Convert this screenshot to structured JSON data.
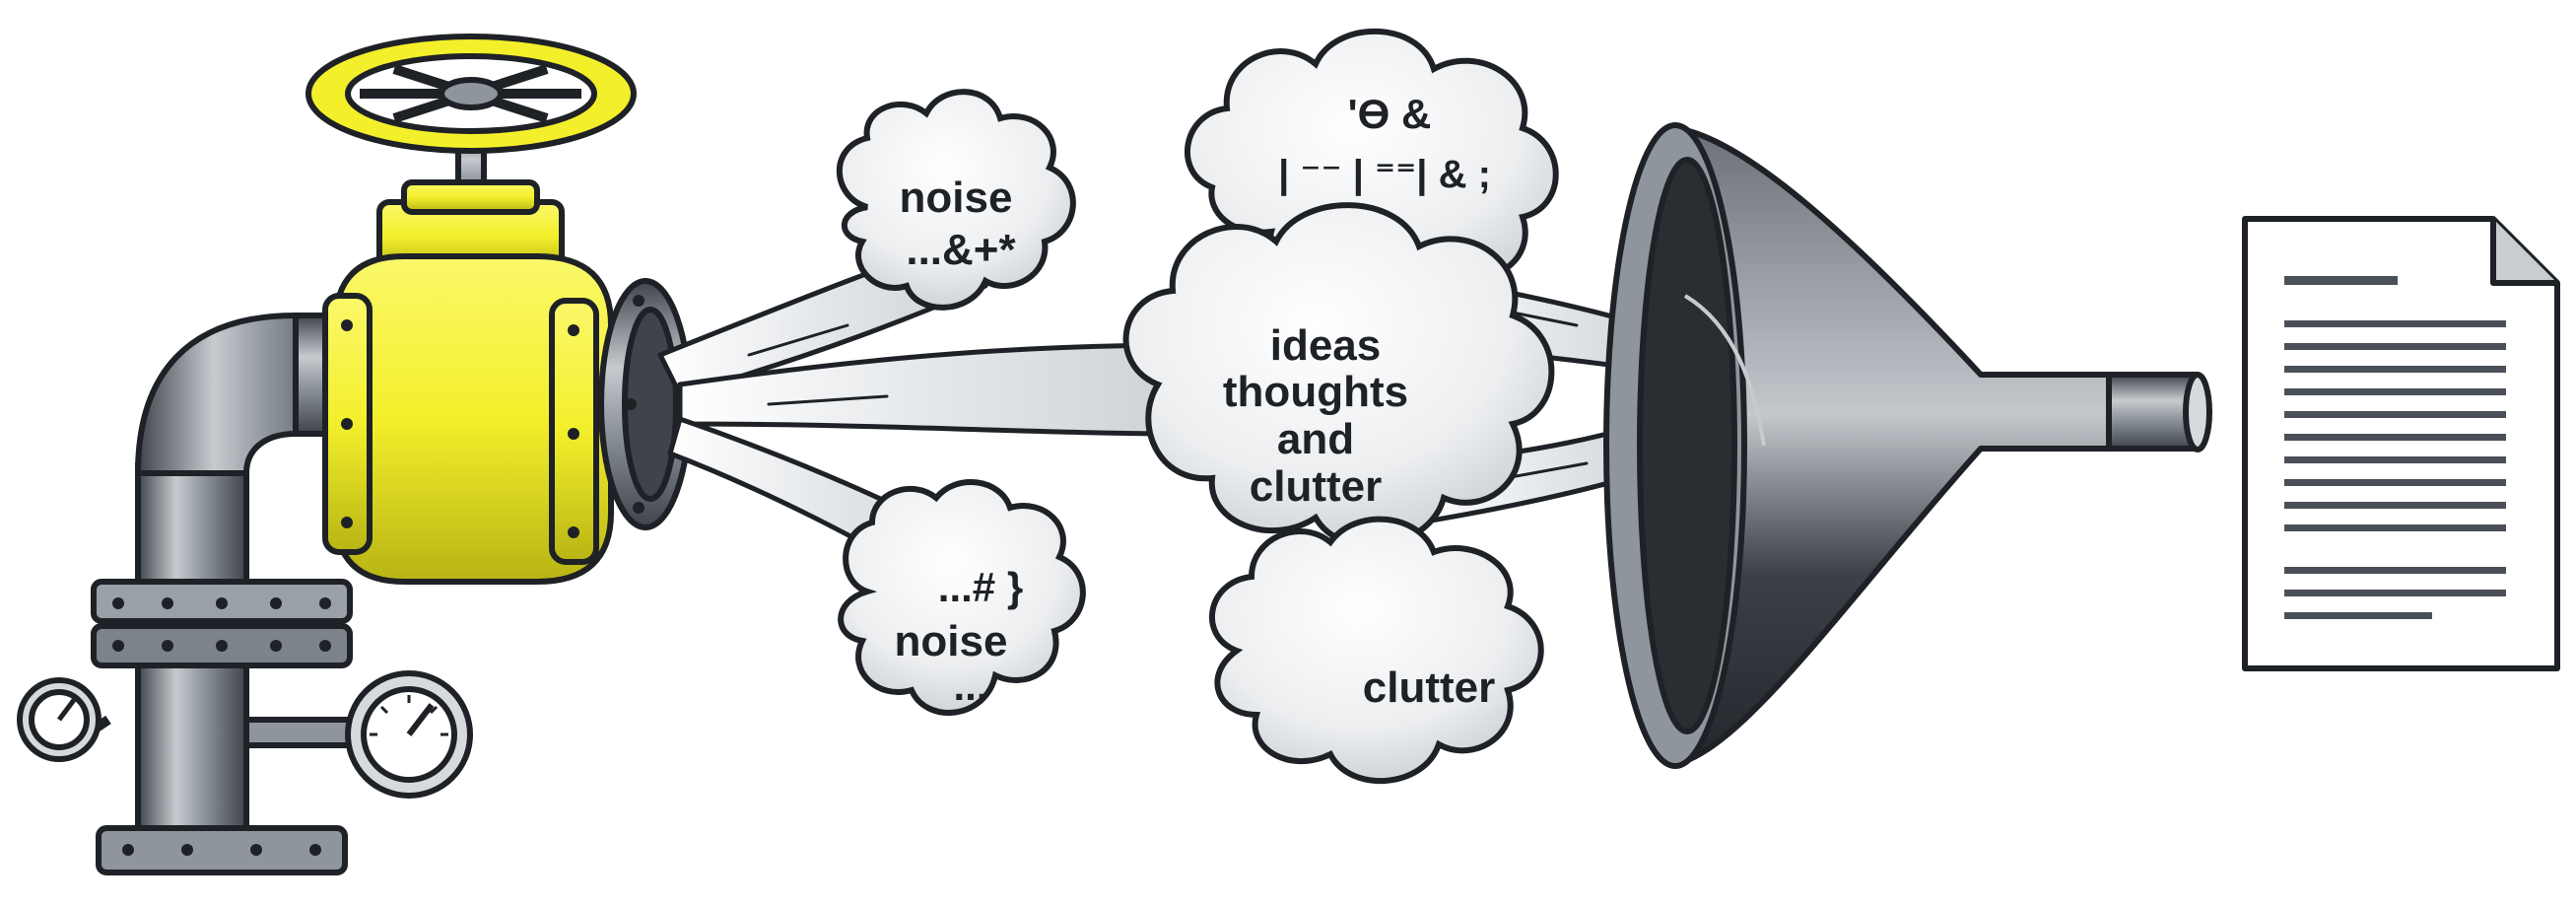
{
  "clouds": {
    "top_left": {
      "line1": "noise",
      "line2": "...&+*"
    },
    "bottom_left": {
      "line1": "...# }",
      "line2": "noise",
      "line3": "..."
    },
    "center": {
      "line1": "ideas",
      "line2": "thoughts",
      "line3": "and",
      "line4": "clutter"
    },
    "bottom_right": {
      "line1": "clutter"
    },
    "top_right": {
      "line1": "'ϴ &",
      "line2": "| ⁻⁻ | ⁼⁼| & ;"
    }
  },
  "colors": {
    "outline": "#1e2126",
    "valve_yellow": "#f3ef2b",
    "pipe_gray": "#8f959c",
    "pipe_dark": "#4b5058",
    "cloud_fill": "#eef0f2",
    "cloud_shade": "#c9cdd2",
    "funnel": "#3c4047",
    "paper": "#ffffff"
  },
  "icons": {
    "valve": "gate-valve-handwheel-icon",
    "gauge": "pressure-gauge-icon",
    "funnel": "funnel-icon",
    "document": "document-icon"
  }
}
